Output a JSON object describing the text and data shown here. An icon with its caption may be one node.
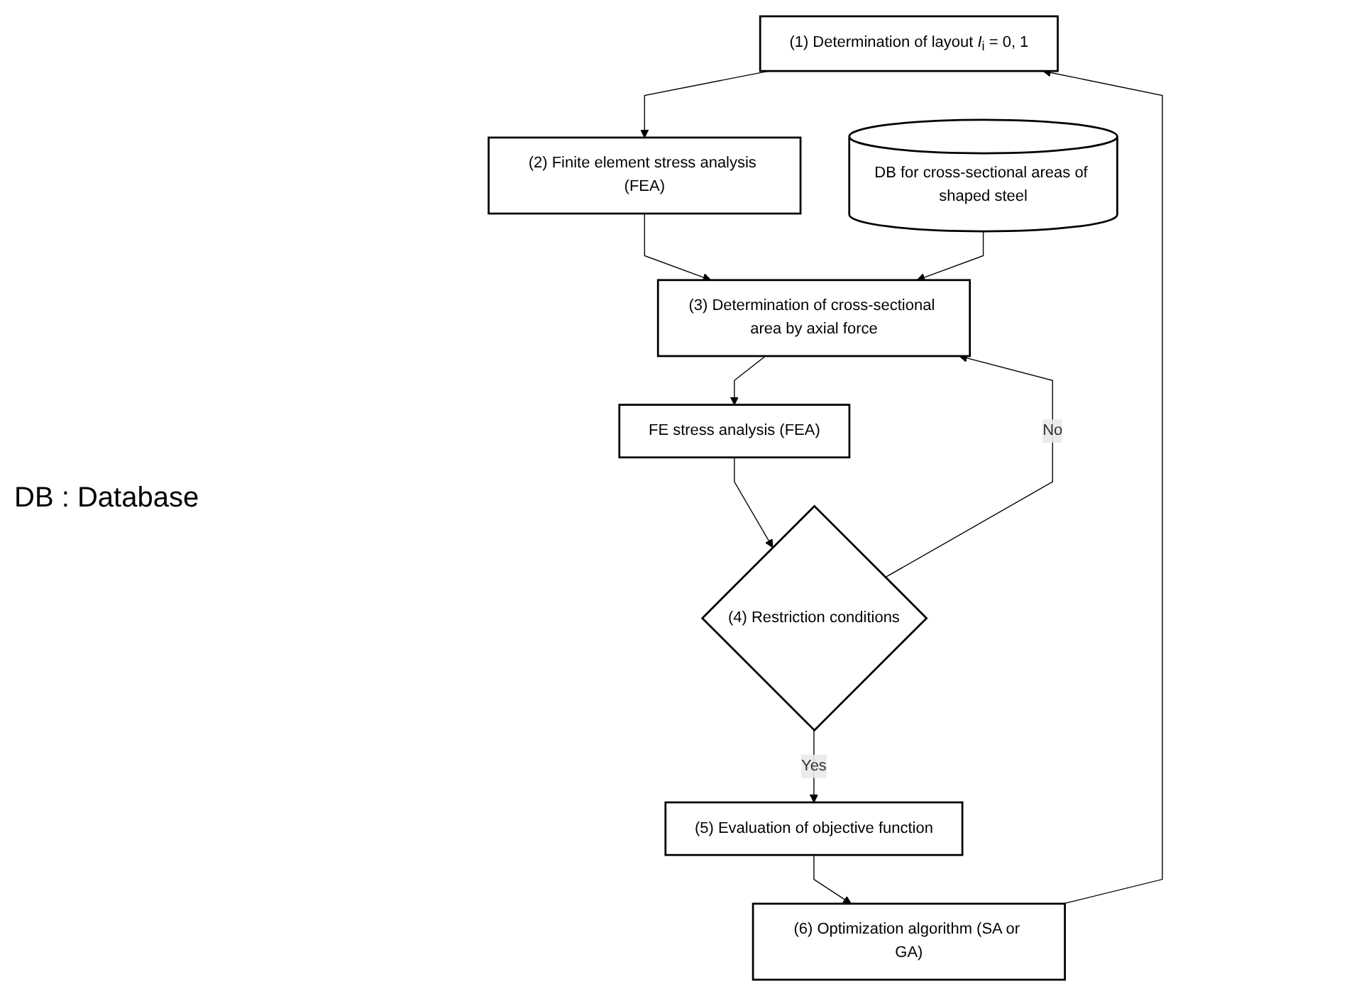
{
  "diagram": {
    "nodes": [
      {
        "text": [
          "(1) Determination of layout *I*$_{i}$ = 0, 1"
        ]
      },
      {
        "text": [
          "(2) Finite element stress analysis (FEA)"
        ]
      },
      {
        "text": [
          "DB for cross-sectional areas of shaped steel"
        ]
      },
      {
        "text": [
          "(3) Determination of cross-sectional area by axial force"
        ]
      },
      {
        "text": [
          "FE stress analysis (FEA)"
        ]
      },
      {
        "text": [
          "(4) Restriction conditions"
        ]
      },
      {
        "text": [
          "(5) Evaluation of objective function"
        ]
      },
      {
        "text": [
          "(6) Optimization algorithm (SA or GA)"
        ]
      }
    ],
    "edges": [
      {
        "from": 7,
        "to": 0,
        "arrow": "to"
      },
      {
        "from": 0,
        "to": 1,
        "arrow": "to"
      },
      {
        "from": 1,
        "to": 3,
        "arrow": "to"
      },
      {
        "from": 2,
        "to": 3,
        "arrow": "to"
      },
      {
        "from": 3,
        "to": 4,
        "arrow": "to"
      },
      {
        "from": 4,
        "to": 5,
        "arrow": "to"
      },
      {
        "from": 5,
        "to": 3,
        "arrow": "to",
        "label": "No"
      },
      {
        "from": 5,
        "to": 6,
        "arrow": "to",
        "label": "Yes"
      },
      {
        "from": 6,
        "to": 7,
        "arrow": "to"
      }
    ],
    "labels": [
      "DB : Database"
    ]
  }
}
